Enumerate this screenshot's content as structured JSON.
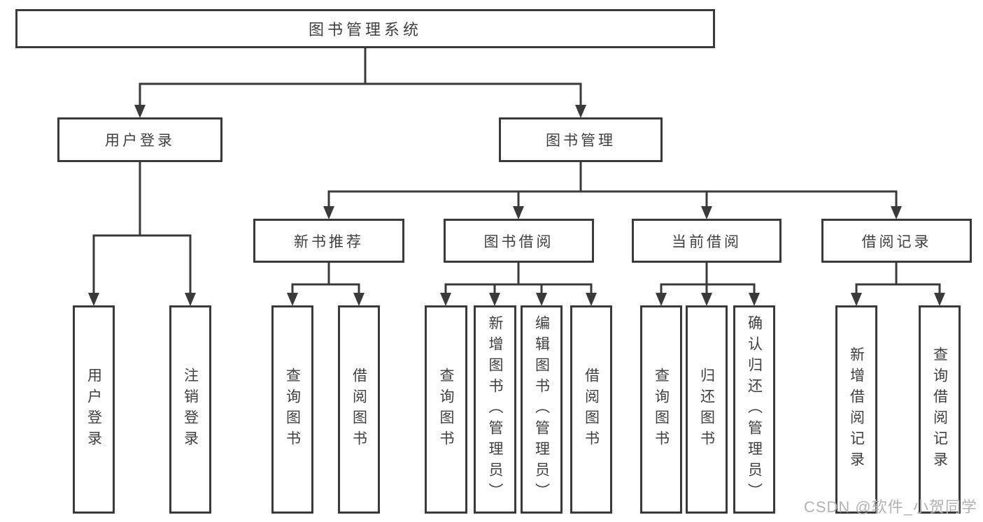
{
  "tree": {
    "root": {
      "label": "图书管理系统"
    },
    "level1": [
      {
        "label": "用户登录"
      },
      {
        "label": "图书管理"
      }
    ],
    "level2": [
      {
        "label": "新书推荐"
      },
      {
        "label": "图书借阅"
      },
      {
        "label": "当前借阅"
      },
      {
        "label": "借阅记录"
      }
    ],
    "leaves": {
      "user": [
        "用户登录",
        "注销登录"
      ],
      "recommend": [
        "查询图书",
        "借阅图书"
      ],
      "borrow": [
        "查询图书",
        "新增图书（管理员）",
        "编辑图书（管理员）",
        "借阅图书"
      ],
      "current": [
        "查询图书",
        "归还图书",
        "确认归还（管理员）"
      ],
      "records": [
        "新增借阅记录",
        "查询借阅记录"
      ]
    }
  },
  "watermark": {
    "text": "CSDN @软件_小贺同学"
  },
  "colors": {
    "line": "#3a3a3a",
    "text": "#3f3f3f",
    "watermark": "#b2b2b2",
    "background": "#ffffff"
  }
}
